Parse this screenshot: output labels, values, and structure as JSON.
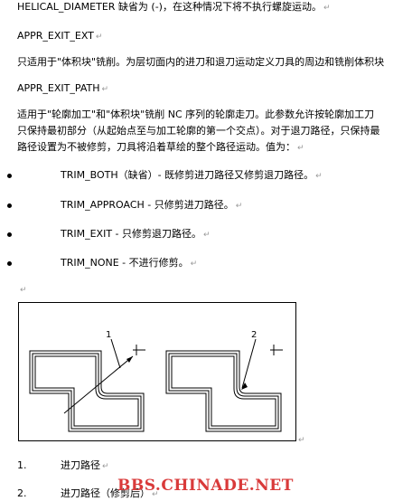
{
  "paragraphs": {
    "p1": "HELICAL_DIAMETER 缺省为 (-)，在这种情况下将不执行螺旋运动。",
    "h1": "APPR_EXIT_EXT",
    "p2": "只适用于\"体积块\"铣削。为层切面内的进刀和退刀运动定义刀具的周边和铣削体积块",
    "h2": "APPR_EXIT_PATH",
    "p3a": "适用于\"轮廓加工\"和\"体积块\"铣削 NC 序列的轮廓走刀。此参数允许按轮廓加工刀",
    "p3b": "只保持最初部分（从起始点至与加工轮廓的第一个交点）。对于退刀路径，只保持最",
    "p3c": "路径设置为不被修剪，刀具将沿着草绘的整个路径运动。值为："
  },
  "bullets": [
    "TRIM_BOTH（缺省）- 既修剪进刀路径又修剪退刀路径。",
    "TRIM_APPROACH - 只修剪进刀路径。",
    "TRIM_EXIT - 只修剪退刀路径。",
    "TRIM_NONE - 不进行修剪。"
  ],
  "figure": {
    "callout_left": "1",
    "callout_right": "2"
  },
  "numbered": [
    {
      "num": "1.",
      "text": "进刀路径"
    },
    {
      "num": "2.",
      "text": "进刀路径（修剪后）"
    }
  ],
  "paragraph_mark": "↵",
  "watermark": "BBS.CHINADE.NET"
}
